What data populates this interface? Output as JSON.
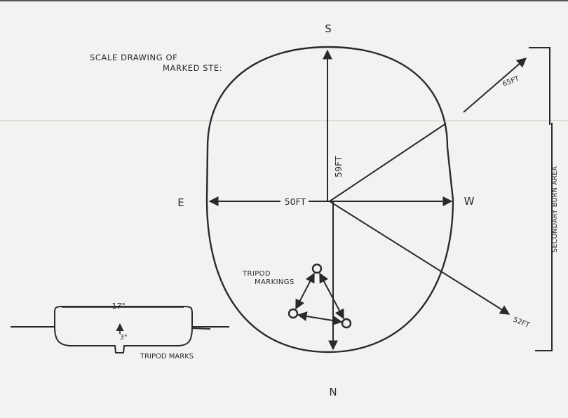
{
  "title": {
    "line1": "SCALE DRAWING OF",
    "line2": "MARKED STE:"
  },
  "compass": {
    "south": "S",
    "north": "N",
    "east": "E",
    "west": "W"
  },
  "dimensions": {
    "length": "59FT",
    "width": "50FT",
    "upper_ray": "65FT",
    "lower_ray": "52FT"
  },
  "labels": {
    "tripod_line1": "TRIPOD",
    "tripod_line2": "MARKINGS",
    "secondary_area": "SECONDARY BURN AREA"
  },
  "tripod_mark_detail": {
    "width": "17\"",
    "depth": "3\"",
    "caption": "TRIPOD MARKS"
  },
  "colors": {
    "ink": "#2a2a2a",
    "paper": "#f2f2f0"
  }
}
